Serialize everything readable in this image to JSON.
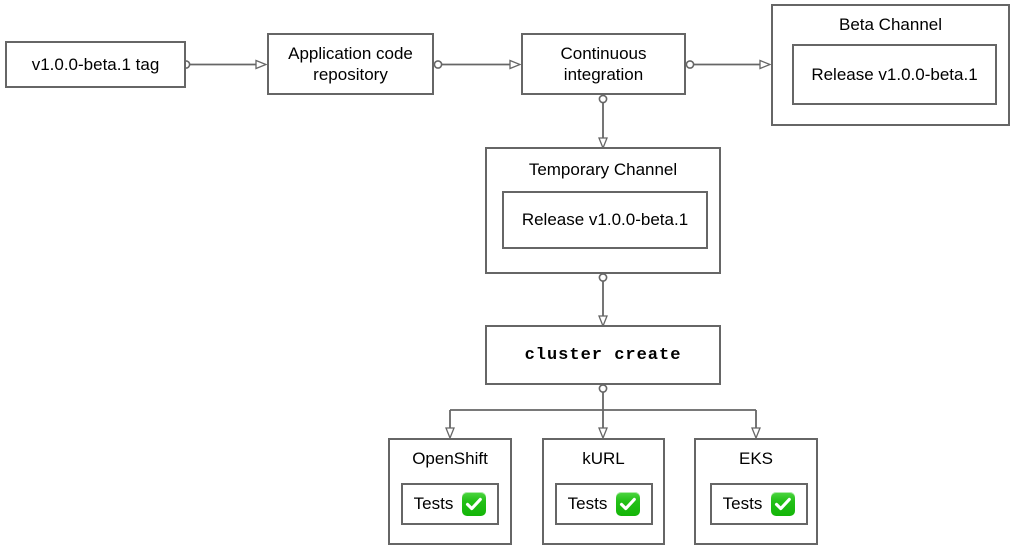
{
  "diagram": {
    "type": "flowchart",
    "background_color": "#ffffff",
    "stroke_color": "#666666",
    "text_color": "#000000",
    "accent_color": "#23c017",
    "nodes": [
      {
        "id": "tag",
        "label": "v1.0.0-beta.1 tag"
      },
      {
        "id": "repo",
        "label": "Application code repository"
      },
      {
        "id": "ci",
        "label": "Continuous integration"
      },
      {
        "id": "cluster",
        "label": "cluster create"
      }
    ],
    "groups": [
      {
        "id": "beta-channel",
        "title": "Beta Channel",
        "child": "Release v1.0.0-beta.1"
      },
      {
        "id": "temporary-channel",
        "title": "Temporary Channel",
        "child": "Release v1.0.0-beta.1"
      }
    ],
    "platforms": [
      {
        "id": "openshift",
        "title": "OpenShift",
        "tests_label": "Tests",
        "status_icon": "green-check-icon"
      },
      {
        "id": "kurl",
        "title": "kURL",
        "tests_label": "Tests",
        "status_icon": "green-check-icon"
      },
      {
        "id": "eks",
        "title": "EKS",
        "tests_label": "Tests",
        "status_icon": "green-check-icon"
      }
    ],
    "edges": [
      {
        "from": "tag",
        "to": "repo"
      },
      {
        "from": "repo",
        "to": "ci"
      },
      {
        "from": "ci",
        "to": "beta-channel"
      },
      {
        "from": "ci",
        "to": "temporary-channel"
      },
      {
        "from": "temporary-channel",
        "to": "cluster"
      },
      {
        "from": "cluster",
        "to": "openshift"
      },
      {
        "from": "cluster",
        "to": "kurl"
      },
      {
        "from": "cluster",
        "to": "eks"
      }
    ]
  }
}
